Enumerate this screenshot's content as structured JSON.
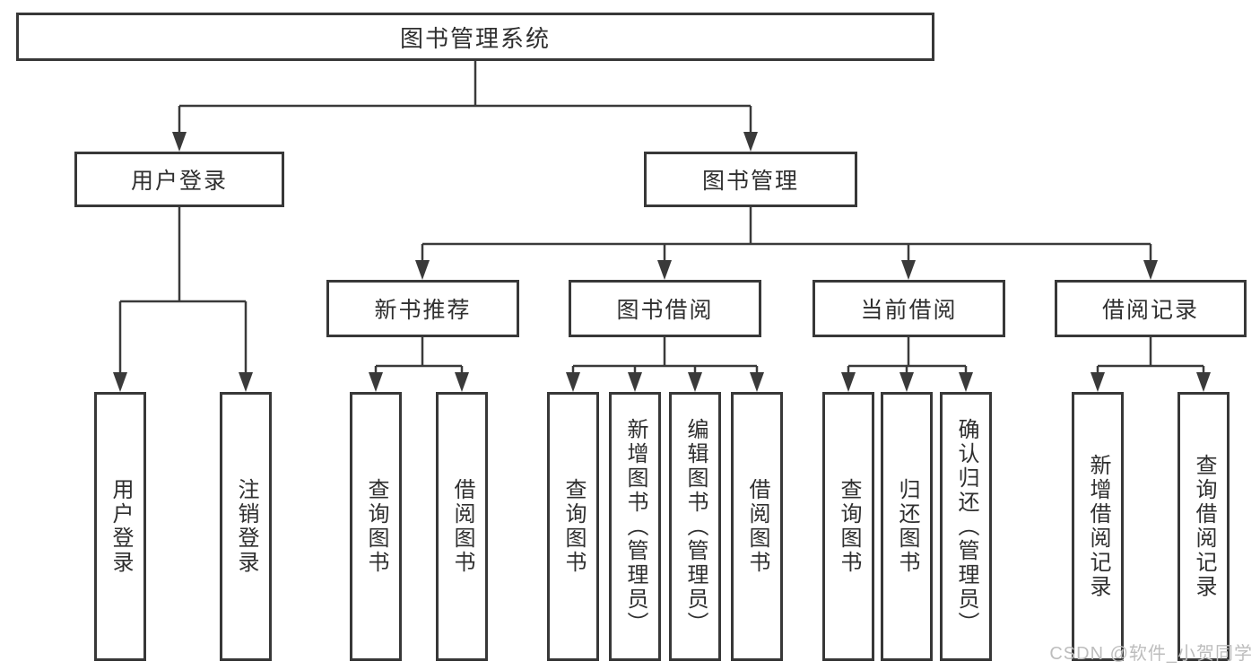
{
  "diagram": {
    "root": {
      "label": "图书管理系统"
    },
    "level2": [
      {
        "label": "用户登录"
      },
      {
        "label": "图书管理"
      }
    ],
    "level3": [
      {
        "label": "新书推荐",
        "parent": "图书管理"
      },
      {
        "label": "图书借阅",
        "parent": "图书管理"
      },
      {
        "label": "当前借阅",
        "parent": "图书管理"
      },
      {
        "label": "借阅记录",
        "parent": "图书管理"
      }
    ],
    "leaves": [
      {
        "label": "用户登录",
        "parent": "用户登录"
      },
      {
        "label": "注销登录",
        "parent": "用户登录"
      },
      {
        "label": "查询图书",
        "parent": "新书推荐"
      },
      {
        "label": "借阅图书",
        "parent": "新书推荐"
      },
      {
        "label": "查询图书",
        "parent": "图书借阅"
      },
      {
        "label": "新增图书（管理员）",
        "parent": "图书借阅"
      },
      {
        "label": "编辑图书（管理员）",
        "parent": "图书借阅"
      },
      {
        "label": "借阅图书",
        "parent": "图书借阅"
      },
      {
        "label": "查询图书",
        "parent": "当前借阅"
      },
      {
        "label": "归还图书",
        "parent": "当前借阅"
      },
      {
        "label": "确认归还（管理员）",
        "parent": "当前借阅"
      },
      {
        "label": "新增借阅记录",
        "parent": "借阅记录"
      },
      {
        "label": "查询借阅记录",
        "parent": "借阅记录"
      }
    ],
    "watermark": "CSDN @软件_小贺同学",
    "colors": {
      "line": "#3a3a3a",
      "box_border": "#383838",
      "box_fill": "#ffffff",
      "text": "#2f2f2f",
      "watermark": "#bdbdbd"
    }
  }
}
